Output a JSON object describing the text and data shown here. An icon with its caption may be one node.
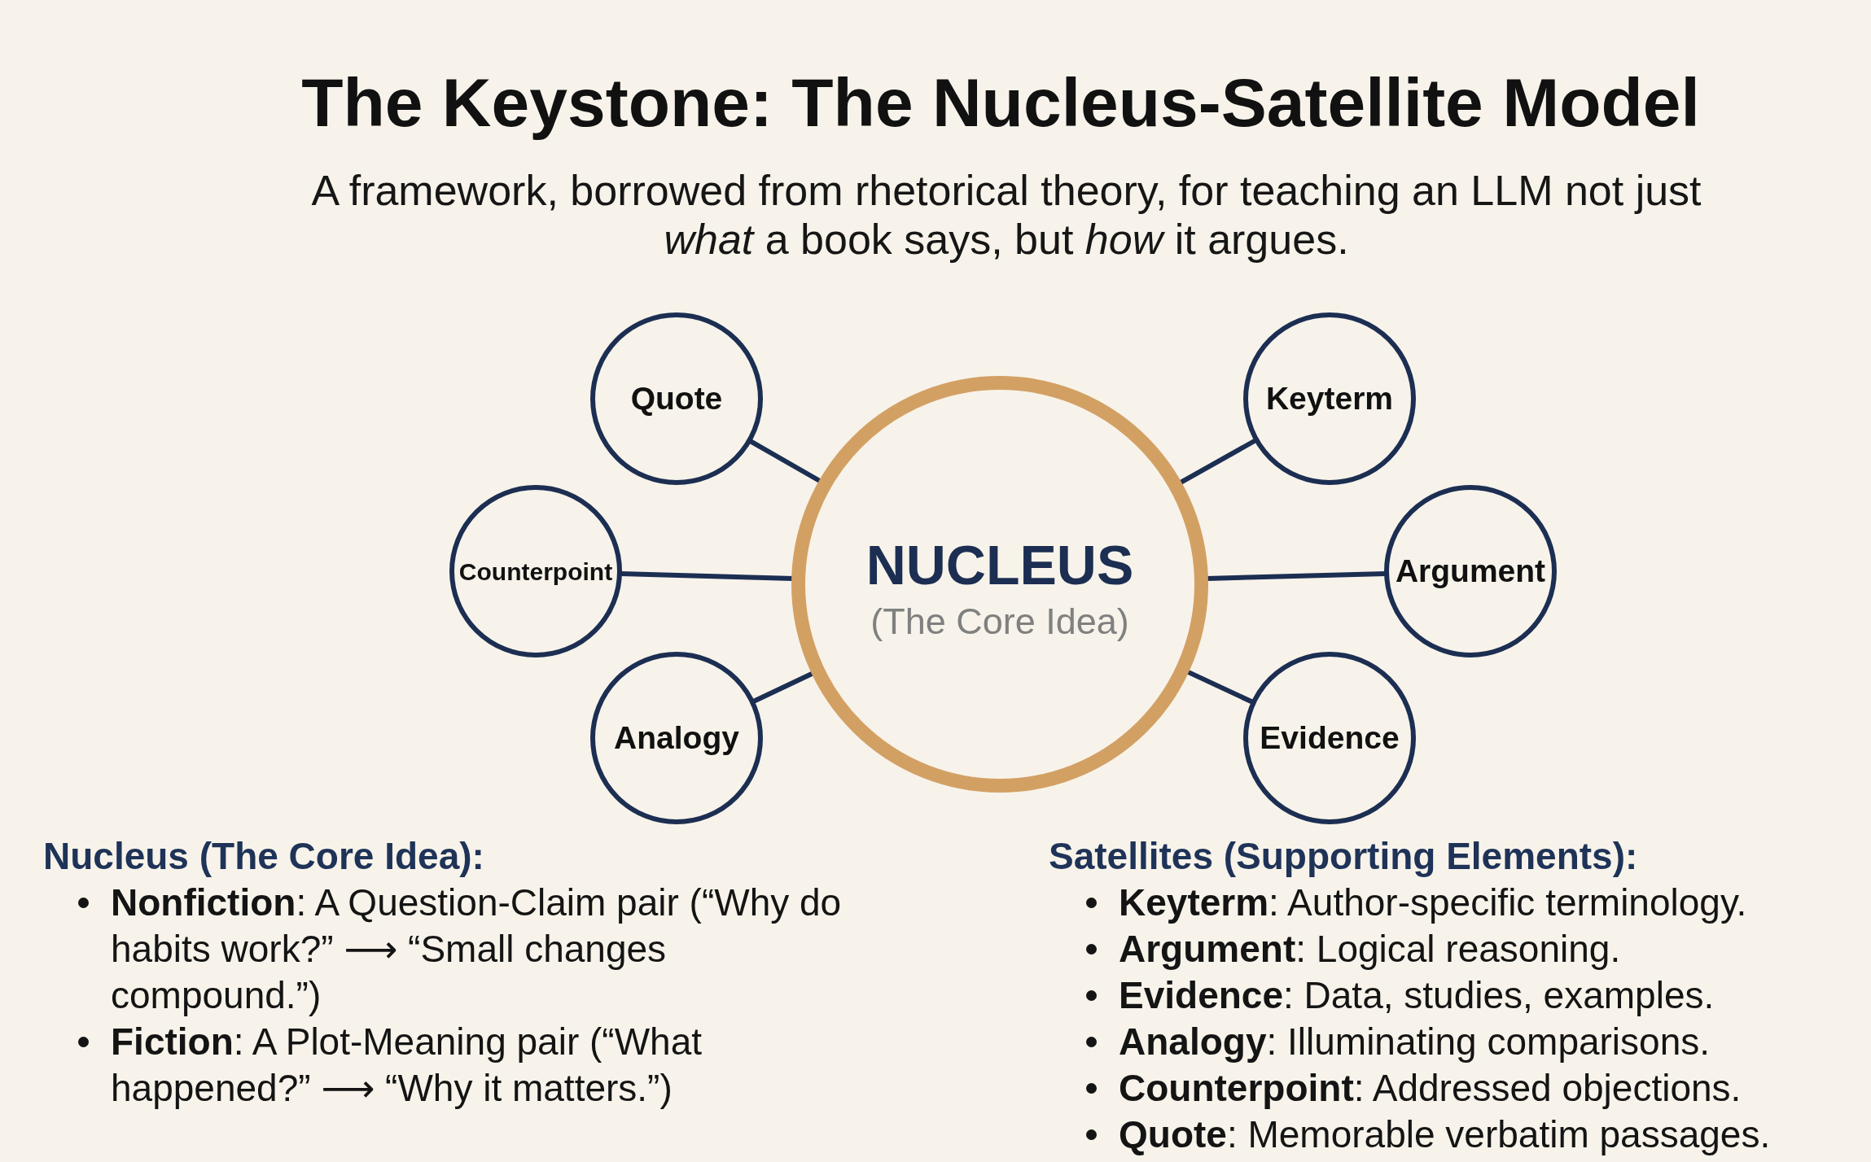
{
  "diagram": {
    "title": "The Keystone: The Nucleus-Satellite Model",
    "nodes": [
      {
        "text": [
          "NUCLEUS",
          "(The Core Idea)"
        ]
      },
      {
        "text": [
          "Quote"
        ]
      },
      {
        "text": [
          "Keyterm"
        ]
      },
      {
        "text": [
          "Counterpoint"
        ]
      },
      {
        "text": [
          "Argument"
        ]
      },
      {
        "text": [
          "Analogy"
        ]
      },
      {
        "text": [
          "Evidence"
        ]
      }
    ],
    "edges": [
      {
        "from": 0,
        "to": 1,
        "arrow": "none"
      },
      {
        "from": 0,
        "to": 2,
        "arrow": "none"
      },
      {
        "from": 0,
        "to": 3,
        "arrow": "none"
      },
      {
        "from": 0,
        "to": 4,
        "arrow": "none"
      },
      {
        "from": 0,
        "to": 5,
        "arrow": "none"
      },
      {
        "from": 0,
        "to": 6,
        "arrow": "none"
      }
    ],
    "labels": [
      "A framework, borrowed from rhetorical theory, for teaching an LLM not just *what* a book says, but *how* it argues.",
      "Nucleus (The Core Idea):",
      "**Nonfiction**: A Question-Claim pair (“Why do habits work?” ⟶ “Small changes compound.”)",
      "**Fiction**: A Plot-Meaning pair (“What happened?” ⟶ “Why it matters.”)",
      "Satellites (Supporting Elements):",
      "**Keyterm**: Author-specific terminology.",
      "**Argument**: Logical reasoning.",
      "**Evidence**: Data, studies, examples.",
      "**Analogy**: Illuminating comparisons.",
      "**Counterpoint**: Addressed objections.",
      "**Quote**: Memorable verbatim passages."
    ]
  }
}
